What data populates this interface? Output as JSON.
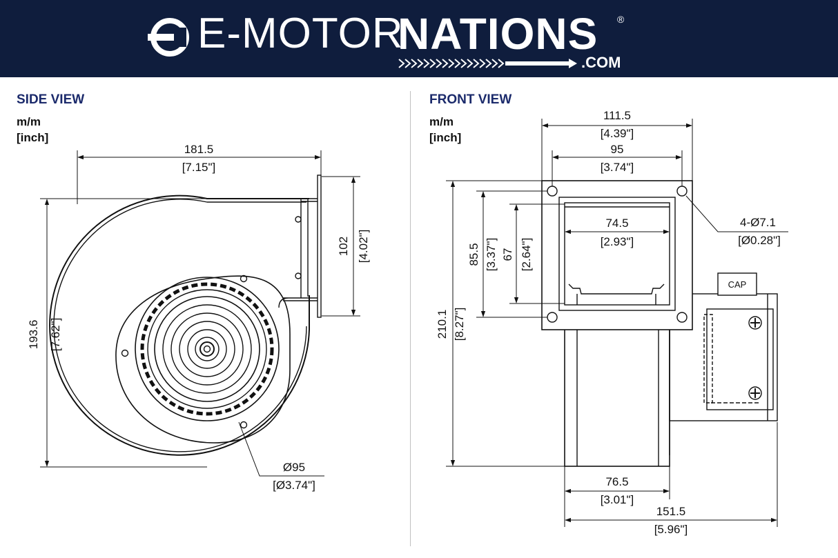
{
  "header": {
    "brand_light": "E-MOTOR",
    "brand_bold": "NATIONS",
    "registered": "®",
    "domain_suffix": ".COM",
    "colors": {
      "background": "#0f1d3d",
      "text": "#ffffff",
      "title": "#1b2a6b"
    }
  },
  "side_view": {
    "title": "SIDE VIEW",
    "units_mm": "m/m",
    "units_inch": "[inch]",
    "dims": {
      "width_mm": "181.5",
      "width_in": "[7.15\"]",
      "height_mm": "193.6",
      "height_in": "[7.62\"]",
      "outlet_mm": "102",
      "outlet_in": "[4.02\"]",
      "diameter_mm": "Ø95",
      "diameter_in": "[Ø3.74\"]"
    }
  },
  "front_view": {
    "title": "FRONT VIEW",
    "units_mm": "m/m",
    "units_inch": "[inch]",
    "dims": {
      "flange_width_mm": "111.5",
      "flange_width_in": "[4.39\"]",
      "hole_spacing_mm": "95",
      "hole_spacing_in": "[3.74\"]",
      "opening_width_mm": "74.5",
      "opening_width_in": "[2.93\"]",
      "holes_mm": "4-Ø7.1",
      "holes_in": "[Ø0.28\"]",
      "flange_height_mm": "85.5",
      "flange_height_in": "[3.37\"]",
      "opening_height_mm": "67",
      "opening_height_in": "[2.64\"]",
      "total_height_mm": "210.1",
      "total_height_in": "[8.27\"]",
      "body_width_mm": "76.5",
      "body_width_in": "[3.01\"]",
      "total_width_mm": "151.5",
      "total_width_in": "[5.96\"]",
      "capacitor_label": "CAP"
    }
  }
}
